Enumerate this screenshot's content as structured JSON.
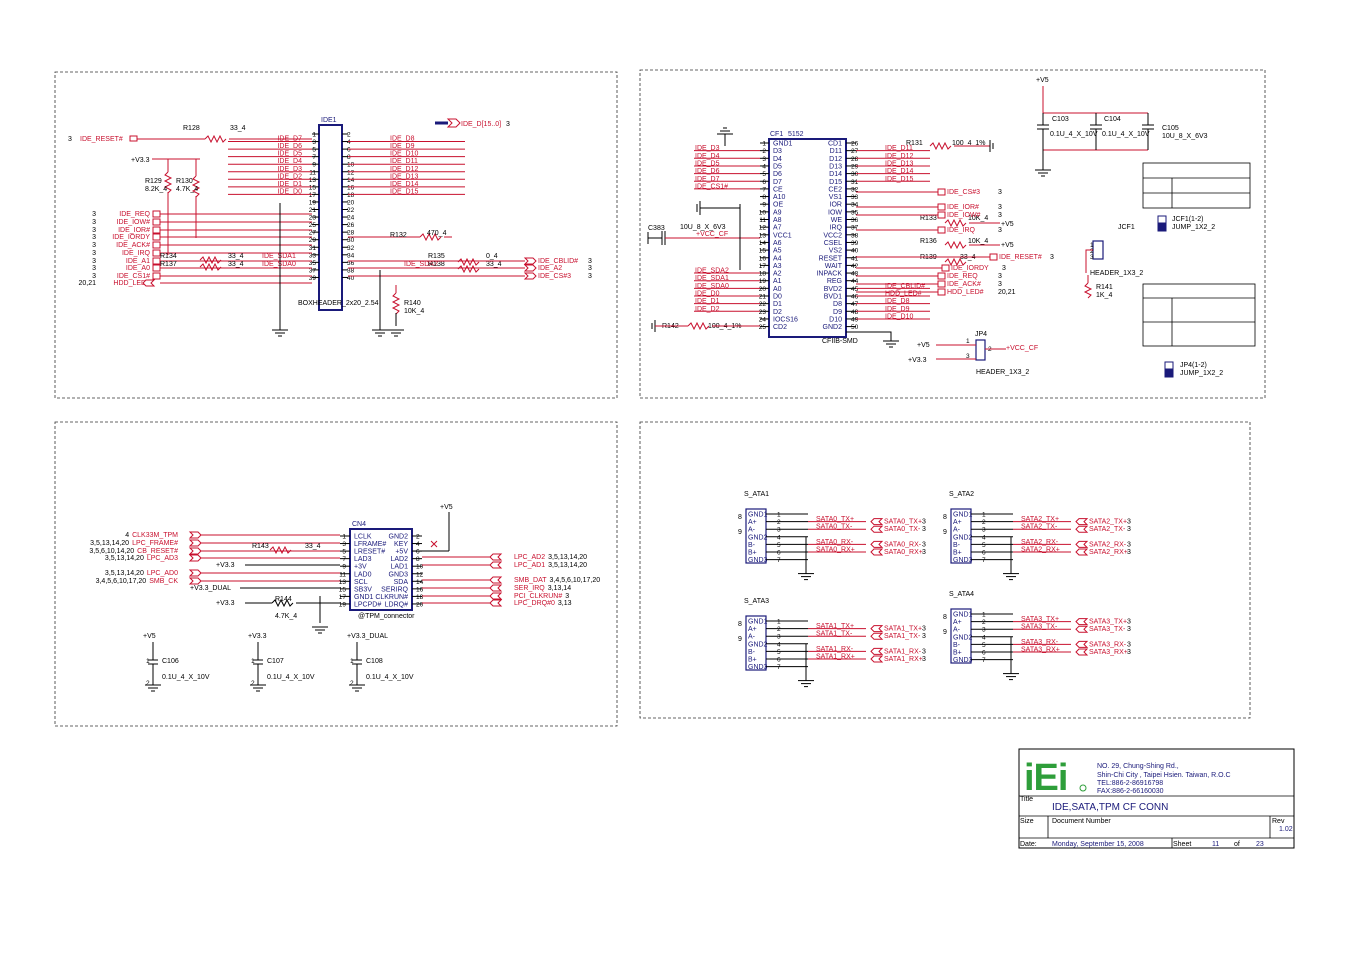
{
  "sheet": {
    "title_label": "Title",
    "title": "IDE,SATA,TPM CF CONN",
    "size_label": "Size",
    "doc_number_label": "Document Number",
    "rev_label": "Rev",
    "rev": "1.02",
    "date_label": "Date:",
    "date": "Monday, September 15, 2008",
    "sheet_label": "Sheet",
    "sheet_no": "11",
    "of_label": "of",
    "sheet_total": "23",
    "logo_text": "iEi",
    "address1": "NO. 29, Chung-Shing Rd.,",
    "address2": "Shin-Chi City , Taipei Hsien. Taiwan, R.O.C",
    "tel": "TEL:886-2-86916798",
    "fax": "FAX:886-2-66160030"
  },
  "ide": {
    "ref": "IDE1",
    "footprint": "BOXHEADER_2x20_2.54",
    "bus_port": "IDE_D[15..0]",
    "bus_port_page": "3",
    "reset_port": "IDE_RESET#",
    "reset_page": "3",
    "r128": "R128",
    "r128_val": "33_4",
    "v33": "+V3.3",
    "r129": "R129",
    "r129_val": "8.2K_4",
    "r130": "R130",
    "r130_val": "4.7K_4",
    "r132": "R132",
    "r132_val": "470_4",
    "r134": "R134",
    "r134_val": "33_4",
    "r137": "R137",
    "r137_val": "33_4",
    "r135": "R135",
    "r135_val": "0_4",
    "r138": "R138",
    "r138_val": "33_4",
    "r140": "R140",
    "r140_val": "10K_4",
    "left_nets": [
      "IDE_D7",
      "IDE_D6",
      "IDE_D5",
      "IDE_D4",
      "IDE_D3",
      "IDE_D2",
      "IDE_D1",
      "IDE_D0"
    ],
    "right_nets": [
      "IDE_D8",
      "IDE_D9",
      "IDE_D10",
      "IDE_D11",
      "IDE_D12",
      "IDE_D13",
      "IDE_D14",
      "IDE_D15"
    ],
    "left_pins": [
      "1",
      "3",
      "5",
      "7",
      "9",
      "11",
      "13",
      "15",
      "17",
      "19",
      "21",
      "23",
      "25",
      "27",
      "29",
      "31",
      "33",
      "35",
      "37",
      "39"
    ],
    "right_pins": [
      "2",
      "4",
      "6",
      "8",
      "10",
      "12",
      "14",
      "16",
      "18",
      "20",
      "22",
      "24",
      "26",
      "28",
      "30",
      "32",
      "34",
      "36",
      "38",
      "40"
    ],
    "ports_left": [
      {
        "page": "3",
        "name": "IDE_REQ"
      },
      {
        "page": "3",
        "name": "IDE_IOW#"
      },
      {
        "page": "3",
        "name": "IDE_IOR#"
      },
      {
        "page": "3",
        "name": "IDE_IORDY"
      },
      {
        "page": "3",
        "name": "IDE_ACK#"
      },
      {
        "page": "3",
        "name": "IDE_IRQ"
      },
      {
        "page": "3",
        "name": "IDE_A1"
      },
      {
        "page": "3",
        "name": "IDE_A0"
      },
      {
        "page": "3",
        "name": "IDE_CS1#"
      },
      {
        "page": "20,21",
        "name": "HDD_LED#"
      }
    ],
    "sda1": "IDE_SDA1",
    "sda0": "IDE_SDA0",
    "sda2": "IDE_SDA2",
    "ports_right": [
      {
        "name": "IDE_CBLID#",
        "page": "3"
      },
      {
        "name": "IDE_A2",
        "page": "3"
      },
      {
        "name": "IDE_CS#3",
        "page": "3"
      }
    ]
  },
  "cf": {
    "ref": "CF1",
    "ref_name": "5152",
    "footprint": "CFIIB-SMD",
    "c383": "C383",
    "c383_val": "10U_8_X_6V3",
    "vcc_cf": "+VCC_CF",
    "left_pins": [
      {
        "n": "1",
        "name": "GND1",
        "net": ""
      },
      {
        "n": "2",
        "name": "D3",
        "net": "IDE_D3"
      },
      {
        "n": "3",
        "name": "D4",
        "net": "IDE_D4"
      },
      {
        "n": "4",
        "name": "D5",
        "net": "IDE_D5"
      },
      {
        "n": "5",
        "name": "D6",
        "net": "IDE_D6"
      },
      {
        "n": "6",
        "name": "D7",
        "net": "IDE_D7"
      },
      {
        "n": "7",
        "name": "CE",
        "net": "IDE_CS1#"
      },
      {
        "n": "8",
        "name": "A10",
        "net": ""
      },
      {
        "n": "9",
        "name": "OE",
        "net": ""
      },
      {
        "n": "10",
        "name": "A9",
        "net": ""
      },
      {
        "n": "11",
        "name": "A8",
        "net": ""
      },
      {
        "n": "12",
        "name": "A7",
        "net": ""
      },
      {
        "n": "13",
        "name": "VCC1",
        "net": ""
      },
      {
        "n": "14",
        "name": "A6",
        "net": ""
      },
      {
        "n": "15",
        "name": "A5",
        "net": ""
      },
      {
        "n": "16",
        "name": "A4",
        "net": ""
      },
      {
        "n": "17",
        "name": "A3",
        "net": ""
      },
      {
        "n": "18",
        "name": "A2",
        "net": "IDE_SDA2"
      },
      {
        "n": "19",
        "name": "A1",
        "net": "IDE_SDA1"
      },
      {
        "n": "20",
        "name": "A0",
        "net": "IDE_SDA0"
      },
      {
        "n": "21",
        "name": "D0",
        "net": "IDE_D0"
      },
      {
        "n": "22",
        "name": "D1",
        "net": "IDE_D1"
      },
      {
        "n": "23",
        "name": "D2",
        "net": "IDE_D2"
      },
      {
        "n": "24",
        "name": "IOCS16",
        "net": ""
      },
      {
        "n": "25",
        "name": "CD2",
        "net": ""
      }
    ],
    "right_pins": [
      {
        "n": "26",
        "name": "CD1",
        "net": ""
      },
      {
        "n": "27",
        "name": "D11",
        "net": "IDE_D11"
      },
      {
        "n": "28",
        "name": "D12",
        "net": "IDE_D12"
      },
      {
        "n": "29",
        "name": "D13",
        "net": "IDE_D13"
      },
      {
        "n": "30",
        "name": "D14",
        "net": "IDE_D14"
      },
      {
        "n": "31",
        "name": "D15",
        "net": "IDE_D15"
      },
      {
        "n": "32",
        "name": "CE2",
        "net": ""
      },
      {
        "n": "33",
        "name": "VS1",
        "net": ""
      },
      {
        "n": "34",
        "name": "IOR",
        "net": ""
      },
      {
        "n": "35",
        "name": "IOW",
        "net": ""
      },
      {
        "n": "36",
        "name": "WE",
        "net": ""
      },
      {
        "n": "37",
        "name": "IRQ",
        "net": ""
      },
      {
        "n": "38",
        "name": "VCC2",
        "net": ""
      },
      {
        "n": "39",
        "name": "CSEL",
        "net": ""
      },
      {
        "n": "40",
        "name": "VS2",
        "net": ""
      },
      {
        "n": "41",
        "name": "RESET",
        "net": ""
      },
      {
        "n": "42",
        "name": "WAIT",
        "net": ""
      },
      {
        "n": "43",
        "name": "INPACK",
        "net": ""
      },
      {
        "n": "44",
        "name": "REG",
        "net": ""
      },
      {
        "n": "45",
        "name": "BVD2",
        "net": "IDE_CBLID#"
      },
      {
        "n": "46",
        "name": "BVD1",
        "net": "HDD_LED#"
      },
      {
        "n": "47",
        "name": "D8",
        "net": "IDE_D8"
      },
      {
        "n": "48",
        "name": "D9",
        "net": "IDE_D9"
      },
      {
        "n": "49",
        "name": "D10",
        "net": "IDE_D10"
      },
      {
        "n": "50",
        "name": "GND2",
        "net": ""
      }
    ],
    "r131": "R131",
    "r131_val": "100_4_1%",
    "r133": "R133",
    "r133_val": "10K_4",
    "r136": "R136",
    "r136_val": "10K_4",
    "r139": "R139",
    "r139_val": "33_4",
    "r142": "R142",
    "r142_val": "100_4_1%",
    "v5": "+V5",
    "ports": [
      {
        "name": "IDE_CS#3",
        "page": "3"
      },
      {
        "name": "IDE_IOR#",
        "page": "3"
      },
      {
        "name": "IDE_IOW#",
        "page": "3"
      },
      {
        "name": "IDE_IRQ",
        "page": "3"
      },
      {
        "name": "IDE_RESET#",
        "page": "3"
      },
      {
        "name": "IDE_IORDY",
        "page": "3"
      },
      {
        "name": "IDE_REQ",
        "page": "3"
      },
      {
        "name": "IDE_ACK#",
        "page": "3"
      },
      {
        "name": "HDD_LED#",
        "page": "20,21"
      }
    ],
    "c103": "C103",
    "c103_val": "0.1U_4_X_10V",
    "c104": "C104",
    "c104_val": "0.1U_4_X_10V",
    "c105": "C105",
    "c105_val": "10U_8_X_6V3",
    "jcf1": "JCF1",
    "jcf1_type": "HEADER_1X3_2",
    "jcf1_jump": "JCF1(1-2)",
    "jcf1_jump_type": "JUMP_1X2_2",
    "r141": "R141",
    "r141_val": "1K_4",
    "jp4": "JP4",
    "jp4_type": "HEADER_1X3_2",
    "jp4_jump": "JP4(1-2)",
    "jp4_jump_type": "JUMP_1X2_2",
    "v33": "+V3.3"
  },
  "tpm": {
    "ref": "CN4",
    "footprint": "@TPM_connector",
    "v5": "+V5",
    "v33": "+V3.3",
    "v33_dual": "+V3.3_DUAL",
    "r143": "R143",
    "r143_val": "33_4",
    "r144": "R144",
    "r144_val": "4.7K_4",
    "left_pins": [
      {
        "n": "1",
        "name": "LCLK"
      },
      {
        "n": "3",
        "name": "LFRAME#"
      },
      {
        "n": "5",
        "name": "LRESET#"
      },
      {
        "n": "7",
        "name": "LAD3"
      },
      {
        "n": "9",
        "name": "+3V"
      },
      {
        "n": "11",
        "name": "LAD0"
      },
      {
        "n": "13",
        "name": "SCL"
      },
      {
        "n": "15",
        "name": "SB3V"
      },
      {
        "n": "17",
        "name": "GND1"
      },
      {
        "n": "19",
        "name": "LPCPD#"
      }
    ],
    "right_pins": [
      {
        "n": "2",
        "name": "GND2"
      },
      {
        "n": "4",
        "name": "KEY"
      },
      {
        "n": "6",
        "name": "+5V"
      },
      {
        "n": "8",
        "name": "LAD2"
      },
      {
        "n": "10",
        "name": "LAD1"
      },
      {
        "n": "12",
        "name": "GND3"
      },
      {
        "n": "14",
        "name": "SDA"
      },
      {
        "n": "16",
        "name": "SERIRQ"
      },
      {
        "n": "18",
        "name": "CLKRUN#"
      },
      {
        "n": "20",
        "name": "LDRQ#"
      }
    ],
    "left_ports": [
      {
        "page": "4",
        "name": "CLK33M_TPM"
      },
      {
        "page": "3,5,13,14,20",
        "name": "LPC_FRAME#"
      },
      {
        "page": "3,5,6,10,14,20",
        "name": "CB_RESET#"
      },
      {
        "page": "3,5,13,14,20",
        "name": "LPC_AD3"
      },
      {
        "page": "3,5,13,14,20",
        "name": "LPC_AD0"
      },
      {
        "page": "3,4,5,6,10,17,20",
        "name": "SMB_CK"
      }
    ],
    "right_ports": [
      {
        "name": "LPC_AD2",
        "page": "3,5,13,14,20"
      },
      {
        "name": "LPC_AD1",
        "page": "3,5,13,14,20"
      },
      {
        "name": "SMB_DAT",
        "page": "3,4,5,6,10,17,20"
      },
      {
        "name": "SER_IRQ",
        "page": "3,13,14"
      },
      {
        "name": "PCI_CLKRUN#",
        "page": "3"
      },
      {
        "name": "LPC_DRQ#0",
        "page": "3,13"
      }
    ],
    "caps": [
      {
        "rail": "+V5",
        "ref": "C106",
        "val": "0.1U_4_X_10V"
      },
      {
        "rail": "+V3.3",
        "ref": "C107",
        "val": "0.1U_4_X_10V"
      },
      {
        "rail": "+V3.3_DUAL",
        "ref": "C108",
        "val": "0.1U_4_X_10V"
      }
    ]
  },
  "sata": {
    "pin_names": [
      "GND1",
      "A+",
      "A-",
      "GND2",
      "B-",
      "B+",
      "GND3"
    ],
    "pin_nums": [
      "1",
      "2",
      "3",
      "4",
      "5",
      "6",
      "7"
    ],
    "side_8": "8",
    "side_9": "9",
    "connectors": [
      {
        "ref": "S_ATA1",
        "tx_p": "SATA0_TX+",
        "tx_n": "SATA0_TX-",
        "rx_n": "SATA0_RX-",
        "rx_p": "SATA0_RX+",
        "page": "3"
      },
      {
        "ref": "S_ATA2",
        "tx_p": "SATA2_TX+",
        "tx_n": "SATA2_TX-",
        "rx_n": "SATA2_RX-",
        "rx_p": "SATA2_RX+",
        "page": "3"
      },
      {
        "ref": "S_ATA3",
        "tx_p": "SATA1_TX+",
        "tx_n": "SATA1_TX-",
        "rx_n": "SATA1_RX-",
        "rx_p": "SATA1_RX+",
        "page": "3"
      },
      {
        "ref": "S_ATA4",
        "tx_p": "SATA3_TX+",
        "tx_n": "SATA3_TX-",
        "rx_n": "SATA3_RX-",
        "rx_p": "SATA3_RX+",
        "page": "3"
      }
    ]
  }
}
